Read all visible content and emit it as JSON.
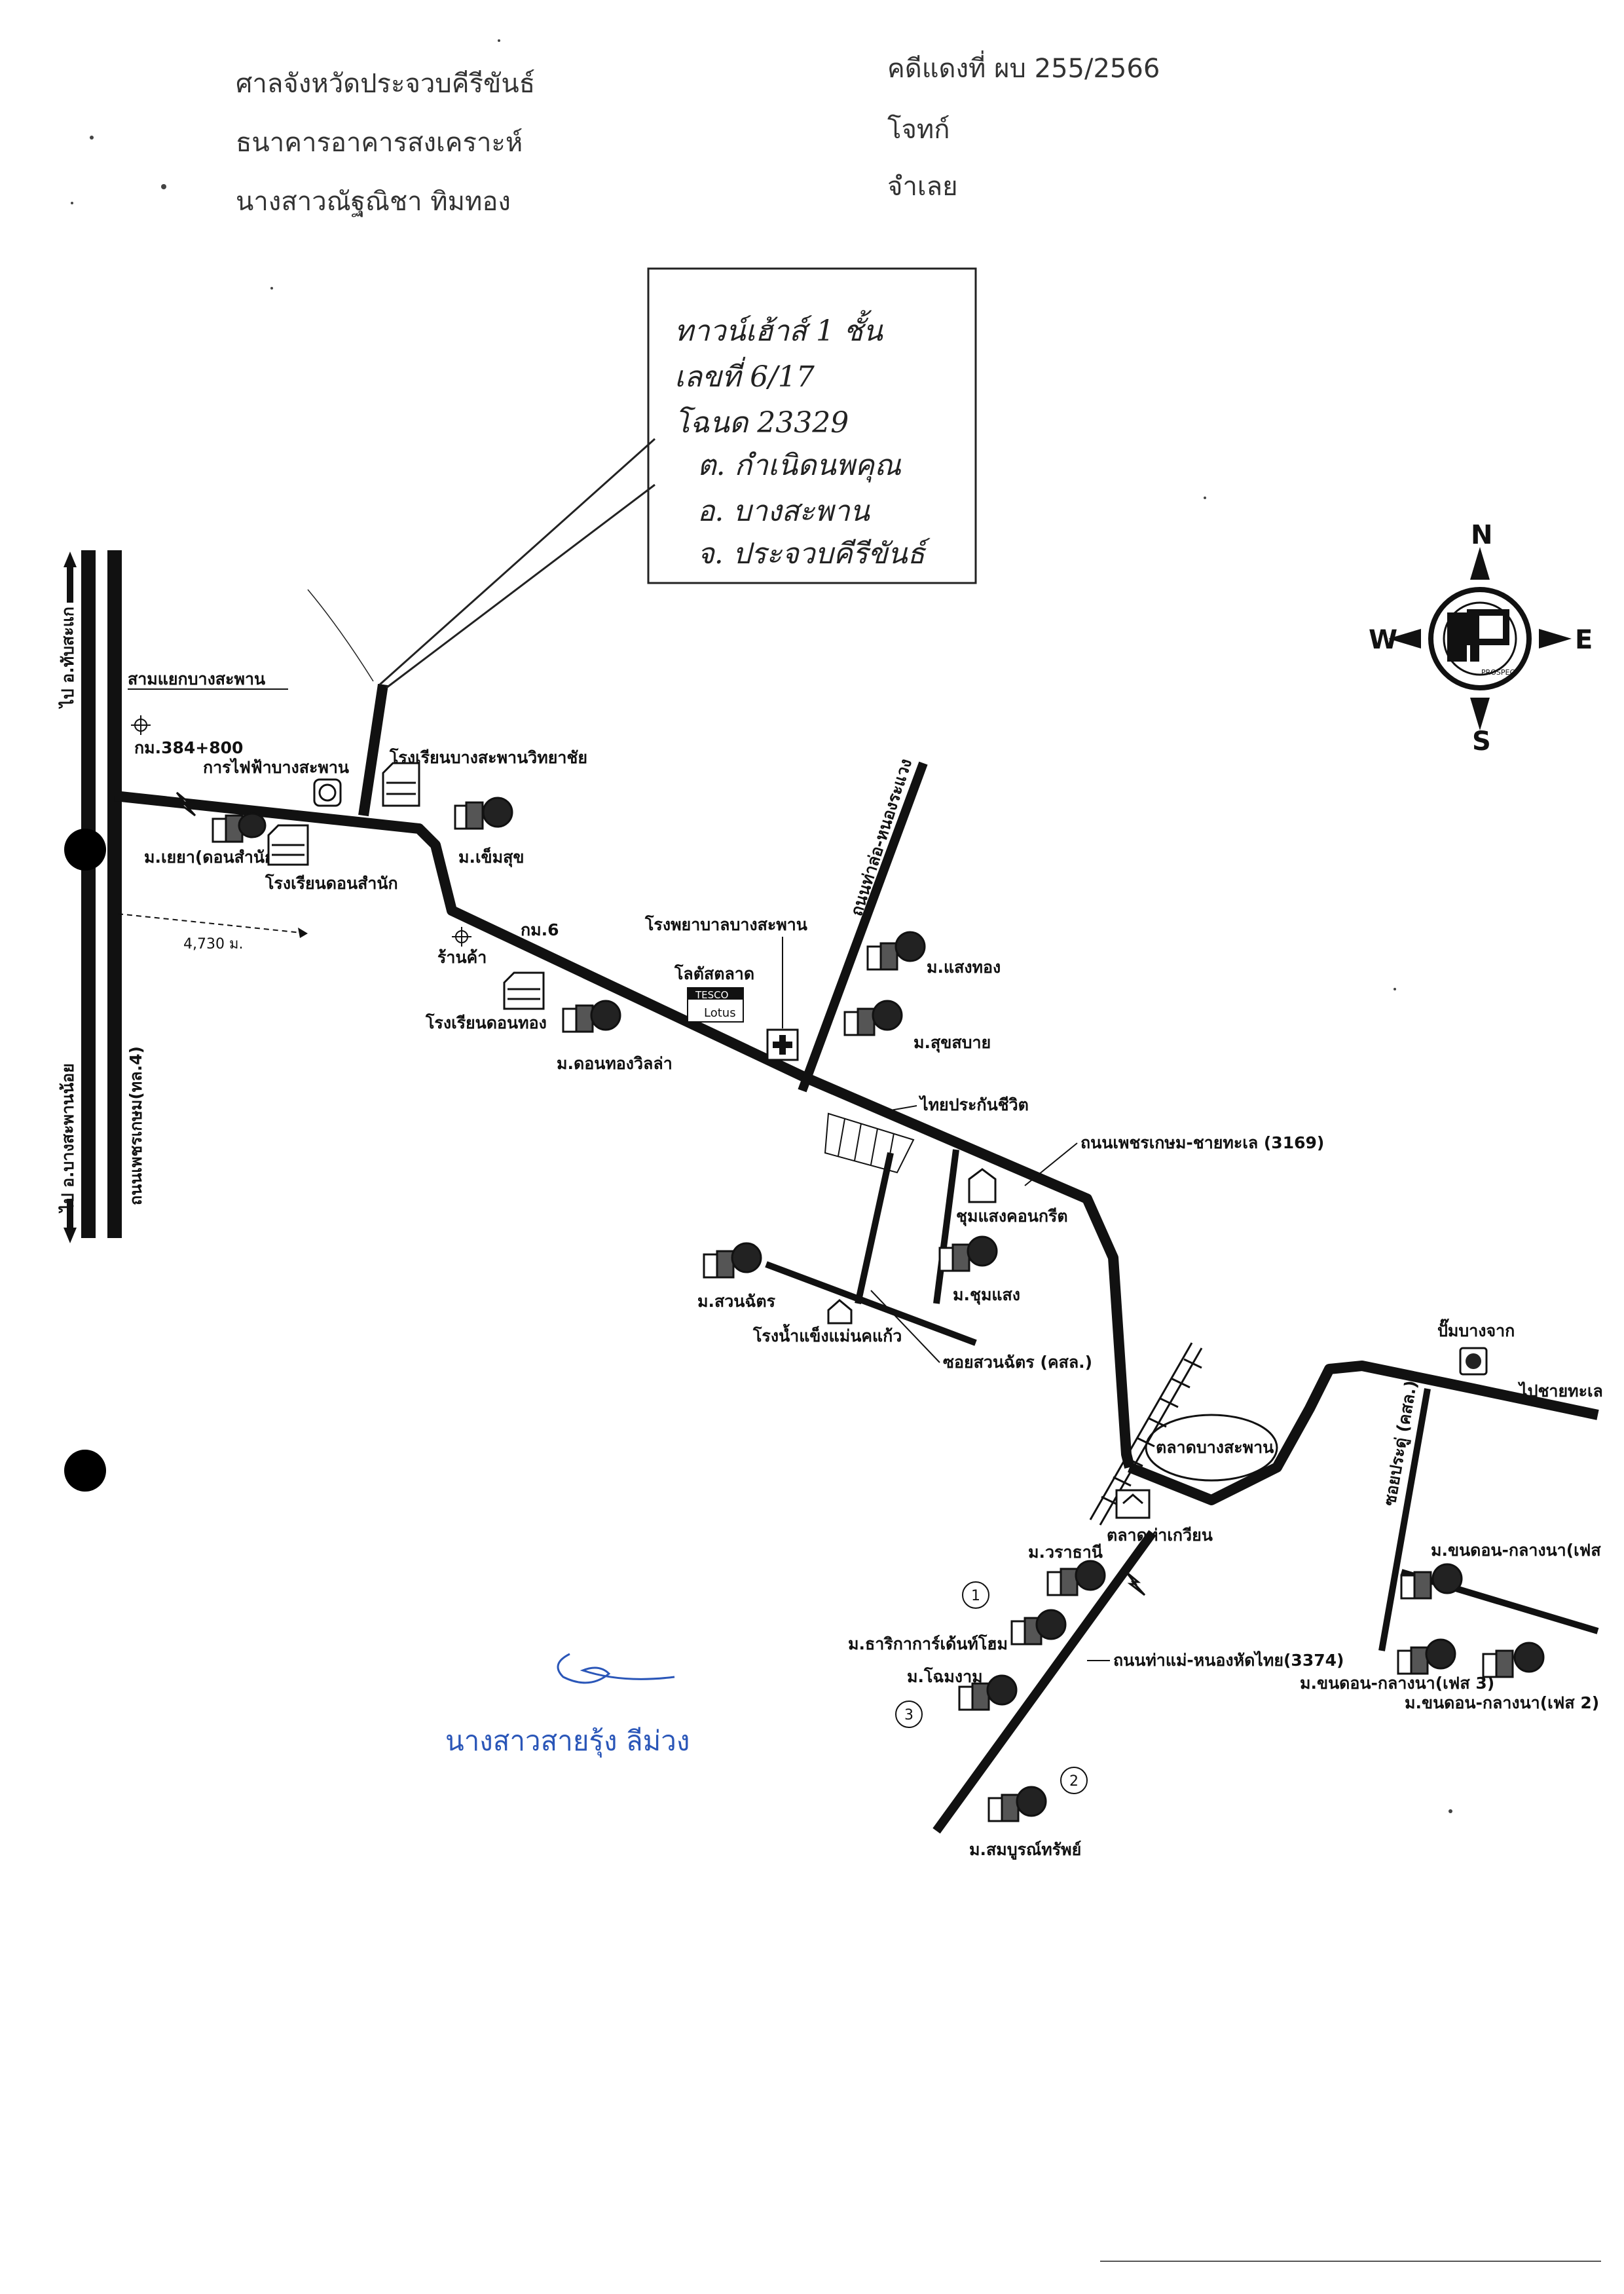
{
  "header": {
    "court": "ศาลจังหวัดประจวบคีรีขันธ์",
    "plaintiff": "ธนาคารอาคารสงเคราะห์",
    "defendant": "นางสาวณัฐณิชา   ทิมทอง",
    "case_no": "คดีแดงที่  ผบ 255/2566",
    "plaintiff_role": "โจทก์",
    "defendant_role": "จำเลย"
  },
  "property_note": {
    "line1": "ทาวน์เฮ้าส์ 1 ชั้น",
    "line2": "เลขที่ 6/17",
    "line3": "โฉนด 23329",
    "line4": "ต. กำเนิดนพคุณ",
    "line5": "อ. บางสะพาน",
    "line6": "จ. ประจวบคีรีขันธ์"
  },
  "compass": {
    "n": "N",
    "s": "S",
    "e": "E",
    "w": "W",
    "brand": "PROSPEC"
  },
  "labels": {
    "to_thap_sakae": "ไป อ.ทับสะแก",
    "to_bang_saphan_noi": "ไป อ.บางสะพานน้อย",
    "phetkasem_rd": "ถนนเพชรเกษม(ทล.4)",
    "junction": "สามแยกบางสะพาน",
    "km_384": "กม.384+800",
    "electricity": "การไฟฟ้าบางสะพาน",
    "school_bangsaphan": "โรงเรียนบางสะพานวิทยาชัย",
    "village_yeyha": "ม.เยยา(ดอนสำนัก)",
    "school_donsamnak": "โรงเรียนดอนสำนัก",
    "village_khemsuk": "ม.เข็มสุข",
    "distance": "4,730 ม.",
    "km6": "กม.6",
    "shop": "ร้านค้า",
    "school_donthong": "โรงเรียนดอนทอง",
    "village_donthong": "ม.ดอนทองวิลล่า",
    "hospital": "โรงพยาบาลบางสะพาน",
    "lotus": "โลตัสตลาด",
    "tesco": "TESCO",
    "lotus_brand": "Lotus",
    "road_nongrawaeng": "ถนนท่าล่อ-หนองระแวง",
    "village_saengthong": "ม.แสงทอง",
    "village_sukhsabai": "ม.สุขสบาย",
    "thai_life": "ไทยประกันชีวิต",
    "phetkasem_chaitalay": "ถนนเพชรเกษม-ชายทะเล (3169)",
    "chumsaeng_concrete": "ชุมแสงคอนกรีต",
    "village_chumsaeng": "ม.ชุมแสง",
    "village_suanchat": "ม.สวนฉัตร",
    "ice_factory": "โรงน้ำแข็งแม่นคแก้ว",
    "soi_suanchat": "ซอยสวนฉัตร (คสล.)",
    "gas_station": "ปั๊มบางจาก",
    "to_beach": "ไปชายทะเล",
    "market_bangsaphan": "ตลาดบางสะพาน",
    "market_thakwian": "ตลาดท่าเกวียน",
    "soi_pradu": "ซอยประดู่ (คสล.)",
    "village_waratani": "ม.วราธานี",
    "village_dharika": "ม.ธาริกาการ์เด้นท์โฮม",
    "village_chommngam": "ม.โฉมงาม",
    "road_thamae": "ถนนท่าแม่-หนองหัดไทย(3374)",
    "village_khondon_1": "ม.ขนดอน-กลางนา(เฟส",
    "village_khondon_3": "ม.ขนดอน-กลางนา(เฟส 3)",
    "village_khondon_2": "ม.ขนดอน-กลางนา(เฟส 2)",
    "village_somboon": "ม.สมบูรณ์ทรัพย์",
    "marker1": "1",
    "marker2": "2",
    "marker3": "3"
  },
  "signature": {
    "name": "นางสาวสายรุ้ง   ลีม่วง"
  }
}
